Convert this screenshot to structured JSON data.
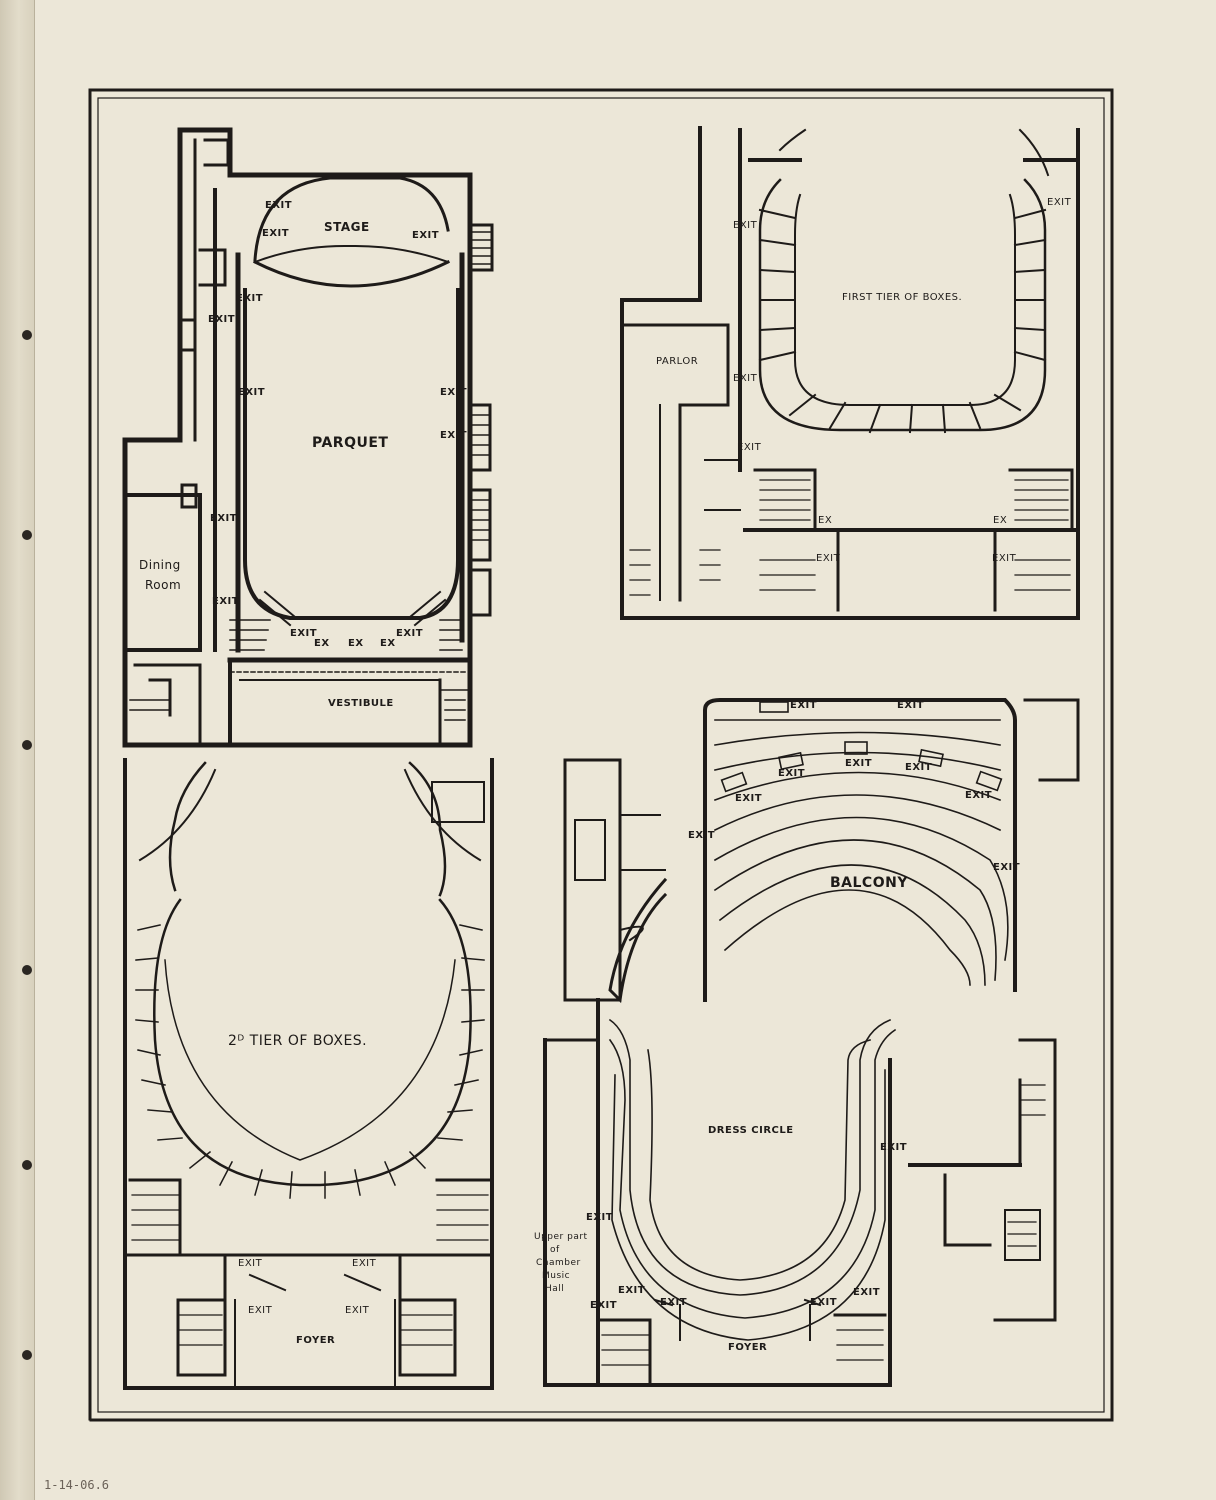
{
  "plans": {
    "parquet": {
      "stage": "STAGE",
      "parquet": "PARQUET",
      "dining_room": [
        "Dining",
        "Room"
      ],
      "vestibule": "VESTIBULE",
      "exit": "EXIT",
      "ex": "EX"
    },
    "first_tier": {
      "title": "FIRST TIER OF BOXES.",
      "parlor": "PARLOR",
      "exit": "EXIT",
      "ex": "EX"
    },
    "second_tier": {
      "title": "2ᴰ TIER OF BOXES.",
      "foyer": "FOYER",
      "exit": "EXIT"
    },
    "balcony_dress": {
      "balcony": "BALCONY",
      "dress_circle": "DRESS CIRCLE",
      "foyer": "FOYER",
      "chamber_hall": [
        "Upper part",
        "of",
        "Chamber",
        "Music",
        "Hall"
      ],
      "exit": "EXIT"
    }
  },
  "annotation": "1-14-06.6",
  "colors": {
    "paper": "#ece7d8",
    "ink": "#1e1b19"
  }
}
